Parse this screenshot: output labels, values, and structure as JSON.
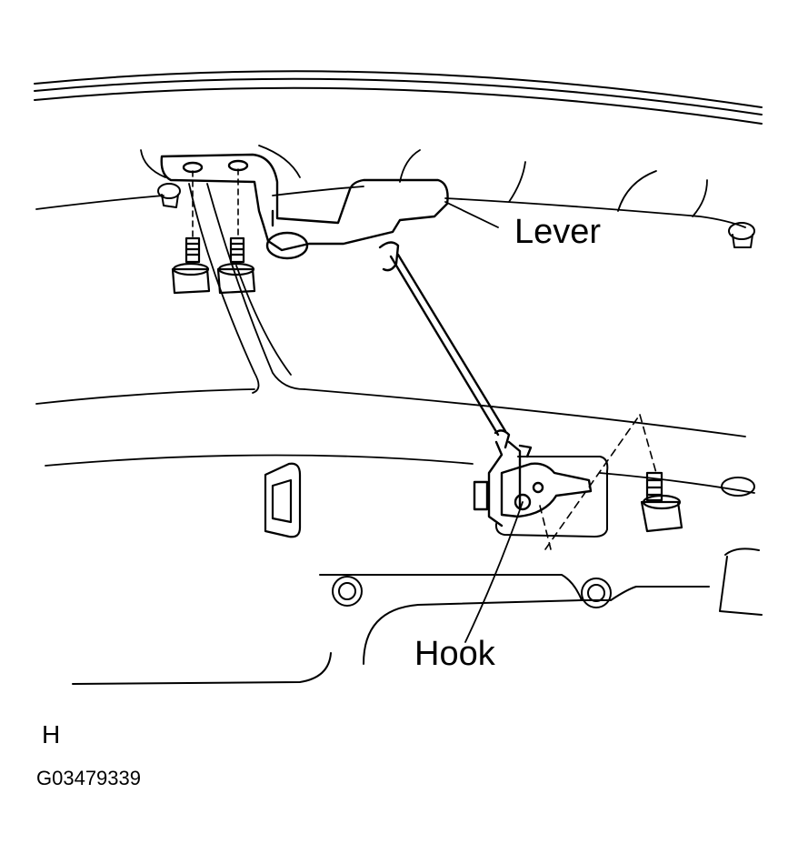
{
  "labels": {
    "lever": "Lever",
    "hook": "Hook",
    "view_code": "H",
    "figure_id": "G03479339"
  },
  "colors": {
    "ink": "#000000",
    "paper": "#ffffff"
  }
}
